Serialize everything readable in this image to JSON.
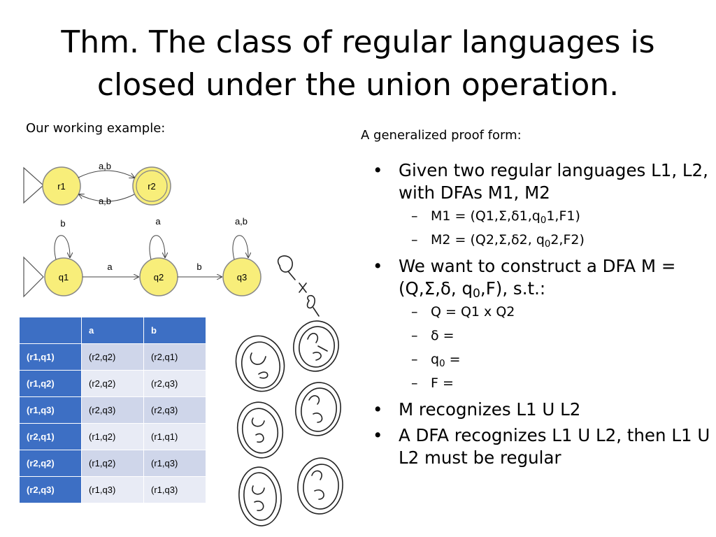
{
  "title": {
    "line1": "Thm. The class of regular languages is",
    "line2": "closed under the union operation."
  },
  "left_label": "Our working example:",
  "right_label": "A generalized proof form:",
  "bullets": {
    "b1": "Given two regular languages L1, L2, with DFAs M1, M2",
    "m1_pre": "M1 = (Q1,Σ,δ1,q",
    "m1_sub": "0",
    "m1_post": "1,F1)",
    "m2_pre": "M2 = (Q2,Σ,δ2, q",
    "m2_sub": "0",
    "m2_post": "2,F2)",
    "b2_pre": "We want to construct a DFA M = (Q,Σ,δ, q",
    "b2_sub": "0",
    "b2_post": ",F), s.t.:",
    "q_def": "Q = Q1 x Q2",
    "delta_def": "δ =",
    "q0_pre": "q",
    "q0_sub": "0",
    "q0_post": " =",
    "f_def": "F =",
    "b3": "M recognizes L1 U L2",
    "b4": "A DFA recognizes L1 U L2, then L1 U L2 must be regular"
  },
  "dfa1": {
    "states": [
      "r1",
      "r2"
    ],
    "edge_top": "a,b",
    "edge_bottom": "a,b"
  },
  "dfa2": {
    "states": [
      "q1",
      "q2",
      "q3"
    ],
    "loop_q1": "b",
    "loop_q2": "a",
    "loop_q3": "a,b",
    "edge_q1_q2": "a",
    "edge_q2_q3": "b"
  },
  "table": {
    "headers": [
      "",
      "a",
      "b"
    ],
    "rows": [
      [
        "(r1,q1)",
        "(r2,q2)",
        "(r2,q1)"
      ],
      [
        "(r1,q2)",
        "(r2,q2)",
        "(r2,q3)"
      ],
      [
        "(r1,q3)",
        "(r2,q3)",
        "(r2,q3)"
      ],
      [
        "(r2,q1)",
        "(r1,q2)",
        "(r1,q1)"
      ],
      [
        "(r2,q2)",
        "(r1,q2)",
        "(r1,q3)"
      ],
      [
        "(r2,q3)",
        "(r1,q3)",
        "(r1,q3)"
      ]
    ]
  },
  "colors": {
    "state_fill": "#f8ee7a",
    "state_stroke": "#888888",
    "table_header": "#3d6fc4",
    "table_odd": "#cfd6ea",
    "table_even": "#e8ebf5"
  }
}
